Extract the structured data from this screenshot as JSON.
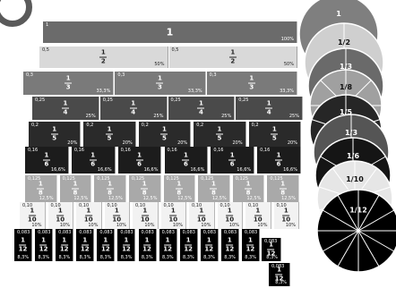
{
  "rows": [
    {
      "name": "wholes",
      "fill": "#6b6b6b",
      "text": "light-on-dark",
      "tiles": [
        {
          "dec": "1",
          "num": "1",
          "den": "",
          "pct": "100%"
        }
      ]
    },
    {
      "name": "halves",
      "fill": "#d9d9d9",
      "text": "dark-on-light",
      "tiles": [
        {
          "dec": "0,5",
          "num": "1",
          "den": "2",
          "pct": "50%"
        },
        {
          "dec": "0,5",
          "num": "1",
          "den": "2",
          "pct": "50%"
        }
      ]
    },
    {
      "name": "thirds",
      "fill": "#7a7a7a",
      "text": "light-on-dark",
      "tiles": [
        {
          "dec": "0,3",
          "num": "1",
          "den": "3",
          "pct": "33,3%"
        },
        {
          "dec": "0,3",
          "num": "1",
          "den": "3",
          "pct": "33,3%"
        },
        {
          "dec": "0,3",
          "num": "1",
          "den": "3",
          "pct": "33,3%"
        }
      ]
    },
    {
      "name": "quarters",
      "fill": "#4a4a4a",
      "text": "light-on-dark",
      "tiles": [
        {
          "dec": "0,25",
          "num": "1",
          "den": "4",
          "pct": "25%"
        },
        {
          "dec": "0,25",
          "num": "1",
          "den": "4",
          "pct": "25%"
        },
        {
          "dec": "0,25",
          "num": "1",
          "den": "4",
          "pct": "25%"
        },
        {
          "dec": "0,25",
          "num": "1",
          "den": "4",
          "pct": "25%"
        }
      ]
    },
    {
      "name": "fifths",
      "fill": "#2a2a2a",
      "text": "light-on-dark",
      "tiles": [
        {
          "dec": "0,2",
          "num": "1",
          "den": "5",
          "pct": "20%"
        },
        {
          "dec": "0,2",
          "num": "1",
          "den": "5",
          "pct": "20%"
        },
        {
          "dec": "0,2",
          "num": "1",
          "den": "5",
          "pct": "20%"
        },
        {
          "dec": "0,2",
          "num": "1",
          "den": "5",
          "pct": "20%"
        },
        {
          "dec": "0,2",
          "num": "1",
          "den": "5",
          "pct": "20%"
        }
      ]
    },
    {
      "name": "sixths",
      "fill": "#1c1c1c",
      "text": "light-on-dark",
      "tiles": [
        {
          "dec": "0,16",
          "num": "1",
          "den": "6",
          "pct": "16,6%"
        },
        {
          "dec": "0,16",
          "num": "1",
          "den": "6",
          "pct": "16,6%"
        },
        {
          "dec": "0,16",
          "num": "1",
          "den": "6",
          "pct": "16,6%"
        },
        {
          "dec": "0,16",
          "num": "1",
          "den": "6",
          "pct": "16,6%"
        },
        {
          "dec": "0,16",
          "num": "1",
          "den": "6",
          "pct": "16,6%"
        },
        {
          "dec": "0,16",
          "num": "1",
          "den": "6",
          "pct": "16,6%"
        }
      ]
    },
    {
      "name": "eighths",
      "fill": "#a9a9a9",
      "text": "light-on-dark",
      "tiles": [
        {
          "dec": "0,125",
          "num": "1",
          "den": "8",
          "pct": "12,5%"
        },
        {
          "dec": "0,125",
          "num": "1",
          "den": "8",
          "pct": "12,5%"
        },
        {
          "dec": "0,125",
          "num": "1",
          "den": "8",
          "pct": "12,5%"
        },
        {
          "dec": "0,125",
          "num": "1",
          "den": "8",
          "pct": "12,5%"
        },
        {
          "dec": "0,125",
          "num": "1",
          "den": "8",
          "pct": "12,5%"
        },
        {
          "dec": "0,125",
          "num": "1",
          "den": "8",
          "pct": "12,5%"
        },
        {
          "dec": "0,125",
          "num": "1",
          "den": "8",
          "pct": "12,5%"
        },
        {
          "dec": "0,125",
          "num": "1",
          "den": "8",
          "pct": "12,5%"
        }
      ]
    },
    {
      "name": "tenths",
      "fill": "#f2f2f2",
      "text": "dark-on-light",
      "tiles": [
        {
          "dec": "0,10",
          "num": "1",
          "den": "10",
          "pct": "10%"
        },
        {
          "dec": "0,10",
          "num": "1",
          "den": "10",
          "pct": "10%"
        },
        {
          "dec": "0,10",
          "num": "1",
          "den": "10",
          "pct": "10%"
        },
        {
          "dec": "0,10",
          "num": "1",
          "den": "10",
          "pct": "10%"
        },
        {
          "dec": "0,10",
          "num": "1",
          "den": "10",
          "pct": "10%"
        },
        {
          "dec": "0,10",
          "num": "1",
          "den": "10",
          "pct": "10%"
        },
        {
          "dec": "0,10",
          "num": "1",
          "den": "10",
          "pct": "10%"
        },
        {
          "dec": "0,10",
          "num": "1",
          "den": "10",
          "pct": "10%"
        },
        {
          "dec": "0,10",
          "num": "1",
          "den": "10",
          "pct": "10%"
        },
        {
          "dec": "0,10",
          "num": "1",
          "den": "10",
          "pct": "10%"
        }
      ]
    },
    {
      "name": "twelfths",
      "fill": "#000000",
      "text": "light-on-dark",
      "tiles": [
        {
          "dec": "0,083",
          "num": "1",
          "den": "12",
          "pct": "8,3%"
        },
        {
          "dec": "0,083",
          "num": "1",
          "den": "12",
          "pct": "8,3%"
        },
        {
          "dec": "0,083",
          "num": "1",
          "den": "12",
          "pct": "8,3%"
        },
        {
          "dec": "0,083",
          "num": "1",
          "den": "12",
          "pct": "8,3%"
        },
        {
          "dec": "0,083",
          "num": "1",
          "den": "12",
          "pct": "8,3%"
        },
        {
          "dec": "0,083",
          "num": "1",
          "den": "12",
          "pct": "8,3%"
        },
        {
          "dec": "0,083",
          "num": "1",
          "den": "12",
          "pct": "8,3%"
        },
        {
          "dec": "0,083",
          "num": "1",
          "den": "12",
          "pct": "8,3%"
        },
        {
          "dec": "0,083",
          "num": "1",
          "den": "12",
          "pct": "8,3%"
        },
        {
          "dec": "0,083",
          "num": "1",
          "den": "12",
          "pct": "8,3%"
        },
        {
          "dec": "0,083",
          "num": "1",
          "den": "12",
          "pct": "8,3%"
        },
        {
          "dec": "0,083",
          "num": "1",
          "den": "12",
          "pct": "8,3%"
        }
      ]
    }
  ],
  "loose_tiles": [
    {
      "dec": "0,083",
      "num": "1",
      "den": "12",
      "pct": "8,3%"
    },
    {
      "dec": "0,083",
      "num": "1",
      "den": "12",
      "pct": "8,3%"
    }
  ],
  "discs": [
    {
      "name": "disc-whole",
      "fill": "#7f7f7f",
      "label": "1"
    },
    {
      "name": "disc-halves",
      "fill": "#cfcfcf",
      "label": "1/2"
    },
    {
      "name": "disc-thirds",
      "fill": "#6a6a6a",
      "label": "1/3"
    },
    {
      "name": "disc-eighths",
      "fill": "#a0a0a0",
      "label": "1/8"
    },
    {
      "name": "disc-fifths",
      "fill": "#262626",
      "label": "1/5"
    },
    {
      "name": "disc-thirds-2",
      "fill": "#555555",
      "label": "1/3"
    },
    {
      "name": "disc-sixths",
      "fill": "#151515",
      "label": "1/6"
    },
    {
      "name": "disc-tenths",
      "fill": "#e6e6e6",
      "label": "1/10"
    },
    {
      "name": "disc-twelfths",
      "fill": "#000000",
      "label": "1/12"
    }
  ],
  "colors": {
    "background": "#ffffff",
    "ring": "#5a5a5a"
  }
}
